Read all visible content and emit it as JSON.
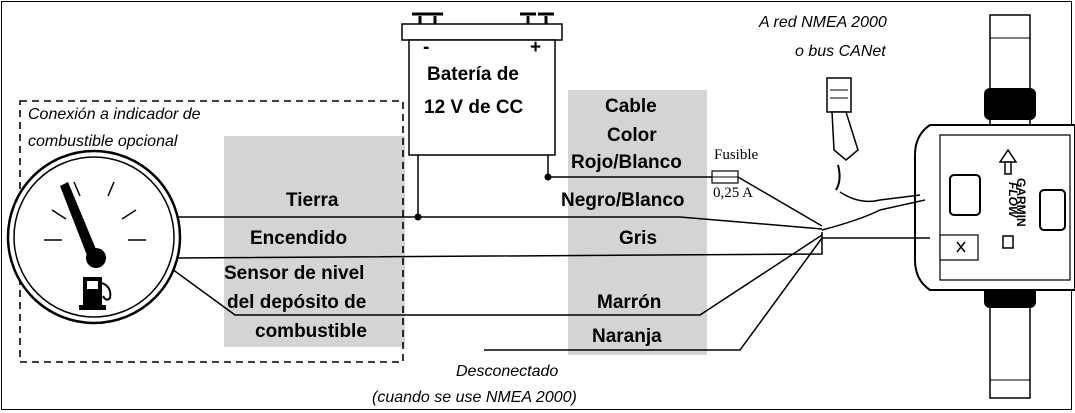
{
  "battery": {
    "minus": "-",
    "plus": "+",
    "line1": "Batería de",
    "line2": "12 V de CC"
  },
  "optional_gauge": {
    "line1": "Conexión a indicador de",
    "line2": "combustible opcional"
  },
  "wires": {
    "tierra": "Tierra",
    "encendido": "Encendido",
    "sensor_line1": "Sensor de nivel",
    "sensor_line2": "del depósito de",
    "sensor_line3": "combustible"
  },
  "cable_color": {
    "header1": "Cable",
    "header2": "Color",
    "rojo_blanco": "Rojo/Blanco",
    "negro_blanco": "Negro/Blanco",
    "gris": "Gris",
    "marron": "Marrón",
    "naranja": "Naranja"
  },
  "fuse": {
    "label": "Fusible",
    "rating": "0,25 A"
  },
  "network": {
    "line1": "A red NMEA 2000",
    "line2": "o bus CANet"
  },
  "disconnected": {
    "line1": "Desconectado",
    "line2": "(cuando se use NMEA 2000)"
  },
  "sensor": {
    "brand": "GARMIN",
    "flow": "FLOW"
  }
}
